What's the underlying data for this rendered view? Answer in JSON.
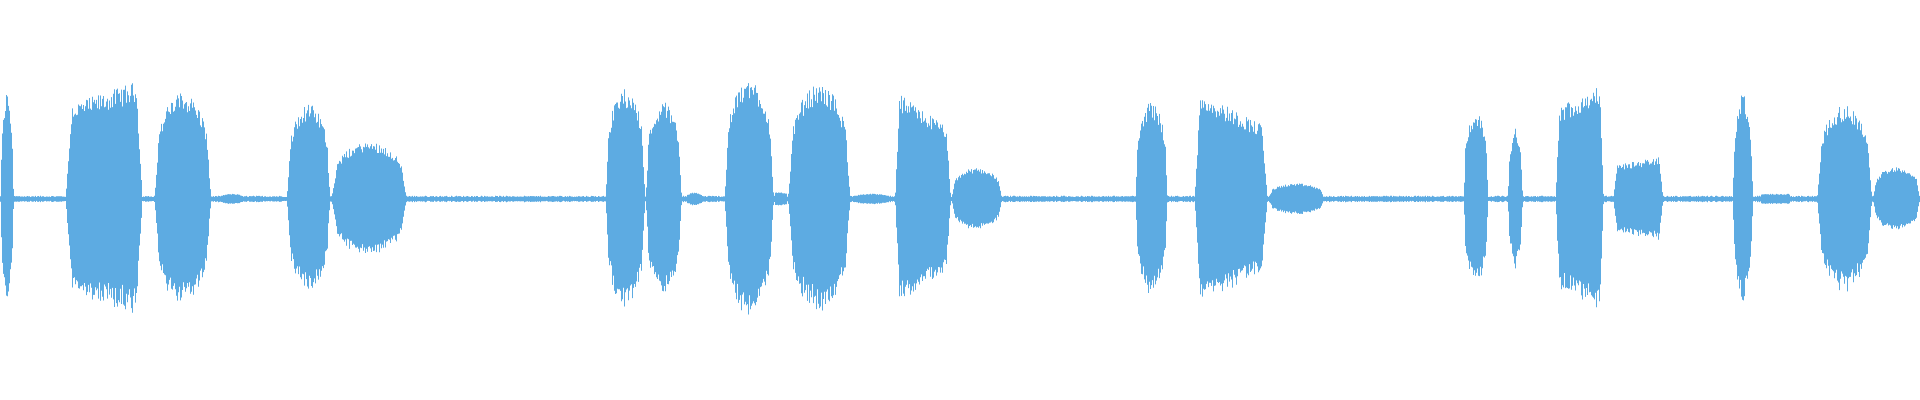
{
  "waveform": {
    "color": "#5dabe2",
    "background": "#ffffff",
    "noise_amplitude": 0.025,
    "segments": [
      {
        "start": 0.0,
        "end": 0.007,
        "amp": 0.83,
        "shape": "spike"
      },
      {
        "start": 0.034,
        "end": 0.074,
        "amp": 0.92,
        "shape": "rise"
      },
      {
        "start": 0.08,
        "end": 0.11,
        "amp": 0.82,
        "shape": "dome"
      },
      {
        "start": 0.114,
        "end": 0.127,
        "amp": 0.04,
        "shape": "dome"
      },
      {
        "start": 0.149,
        "end": 0.172,
        "amp": 0.73,
        "shape": "dome"
      },
      {
        "start": 0.172,
        "end": 0.212,
        "amp": 0.44,
        "shape": "dome"
      },
      {
        "start": 0.263,
        "end": 0.289,
        "amp": 0.02,
        "shape": "dome"
      },
      {
        "start": 0.315,
        "end": 0.336,
        "amp": 0.85,
        "shape": "dome"
      },
      {
        "start": 0.336,
        "end": 0.355,
        "amp": 0.75,
        "shape": "dome"
      },
      {
        "start": 0.357,
        "end": 0.366,
        "amp": 0.05,
        "shape": "dome"
      },
      {
        "start": 0.377,
        "end": 0.403,
        "amp": 0.92,
        "shape": "dome"
      },
      {
        "start": 0.403,
        "end": 0.41,
        "amp": 0.05,
        "shape": "flat"
      },
      {
        "start": 0.41,
        "end": 0.443,
        "amp": 0.88,
        "shape": "dome"
      },
      {
        "start": 0.443,
        "end": 0.464,
        "amp": 0.04,
        "shape": "dome"
      },
      {
        "start": 0.466,
        "end": 0.495,
        "amp": 0.83,
        "shape": "fall"
      },
      {
        "start": 0.495,
        "end": 0.522,
        "amp": 0.24,
        "shape": "dome"
      },
      {
        "start": 0.591,
        "end": 0.608,
        "amp": 0.75,
        "shape": "dome"
      },
      {
        "start": 0.622,
        "end": 0.66,
        "amp": 0.85,
        "shape": "fall"
      },
      {
        "start": 0.66,
        "end": 0.69,
        "amp": 0.12,
        "shape": "dome"
      },
      {
        "start": 0.762,
        "end": 0.775,
        "amp": 0.67,
        "shape": "dome"
      },
      {
        "start": 0.785,
        "end": 0.793,
        "amp": 0.55,
        "shape": "spike"
      },
      {
        "start": 0.81,
        "end": 0.835,
        "amp": 0.9,
        "shape": "rise"
      },
      {
        "start": 0.84,
        "end": 0.866,
        "amp": 0.33,
        "shape": "rise"
      },
      {
        "start": 0.902,
        "end": 0.913,
        "amp": 0.82,
        "shape": "spike"
      },
      {
        "start": 0.916,
        "end": 0.933,
        "amp": 0.04,
        "shape": "flat"
      },
      {
        "start": 0.946,
        "end": 0.975,
        "amp": 0.72,
        "shape": "dome"
      },
      {
        "start": 0.975,
        "end": 1.0,
        "amp": 0.25,
        "shape": "dome"
      }
    ]
  }
}
